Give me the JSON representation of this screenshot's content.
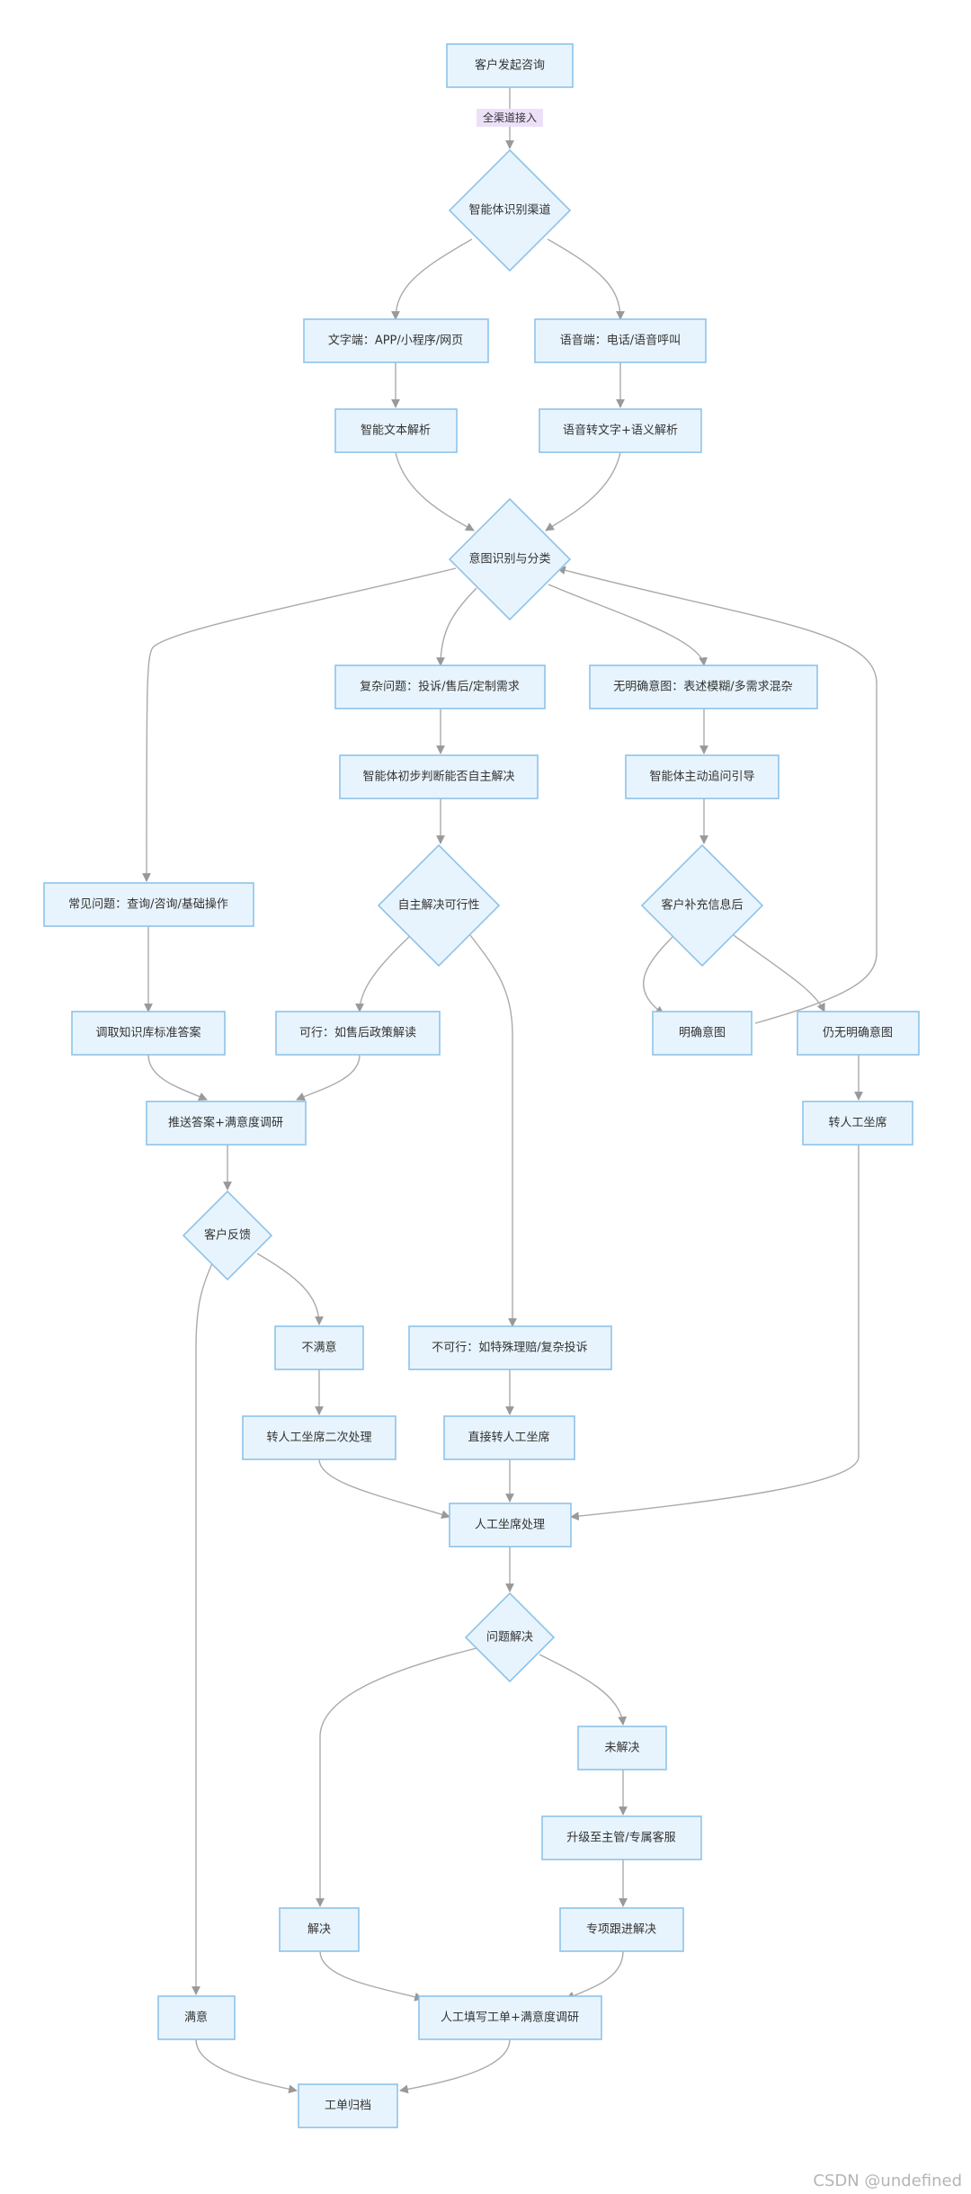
{
  "diagram": {
    "nodes": {
      "start": "客户发起咨询",
      "identify_channel": "智能体识别渠道",
      "text_channel": "文字端：APP/小程序/网页",
      "voice_channel": "语音端：电话/语音呼叫",
      "text_parse": "智能文本解析",
      "voice_parse": "语音转文字+语义解析",
      "intent": "意图识别与分类",
      "complex": "复杂问题：投诉/售后/定制需求",
      "unclear": "无明确意图：表述模糊/多需求混杂",
      "judge": "智能体初步判断能否自主解决",
      "ask": "智能体主动追问引导",
      "common": "常见问题：查询/咨询/基础操作",
      "feasible": "自主解决可行性",
      "supplement": "客户补充信息后",
      "kb": "调取知识库标准答案",
      "policy": "可行：如售后政策解读",
      "clear": "明确意图",
      "still_unclear": "仍无明确意图",
      "push": "推送答案+满意度调研",
      "to_agent": "转人工坐席",
      "feedback": "客户反馈",
      "unsatisfied": "不满意",
      "not_feasible": "不可行：如特殊理赔/复杂投诉",
      "second": "转人工坐席二次处理",
      "direct": "直接转人工坐席",
      "agent": "人工坐席处理",
      "resolved_q": "问题解决",
      "unresolved": "未解决",
      "escalate": "升级至主管/专属客服",
      "followup": "专项跟进解决",
      "resolved": "解决",
      "satisfied": "满意",
      "ticket": "人工填写工单+满意度调研",
      "archive": "工单归档"
    },
    "edge_labels": {
      "all_channel": "全渠道接入"
    }
  },
  "footer": {
    "watermark": "CSDN @undefined"
  }
}
